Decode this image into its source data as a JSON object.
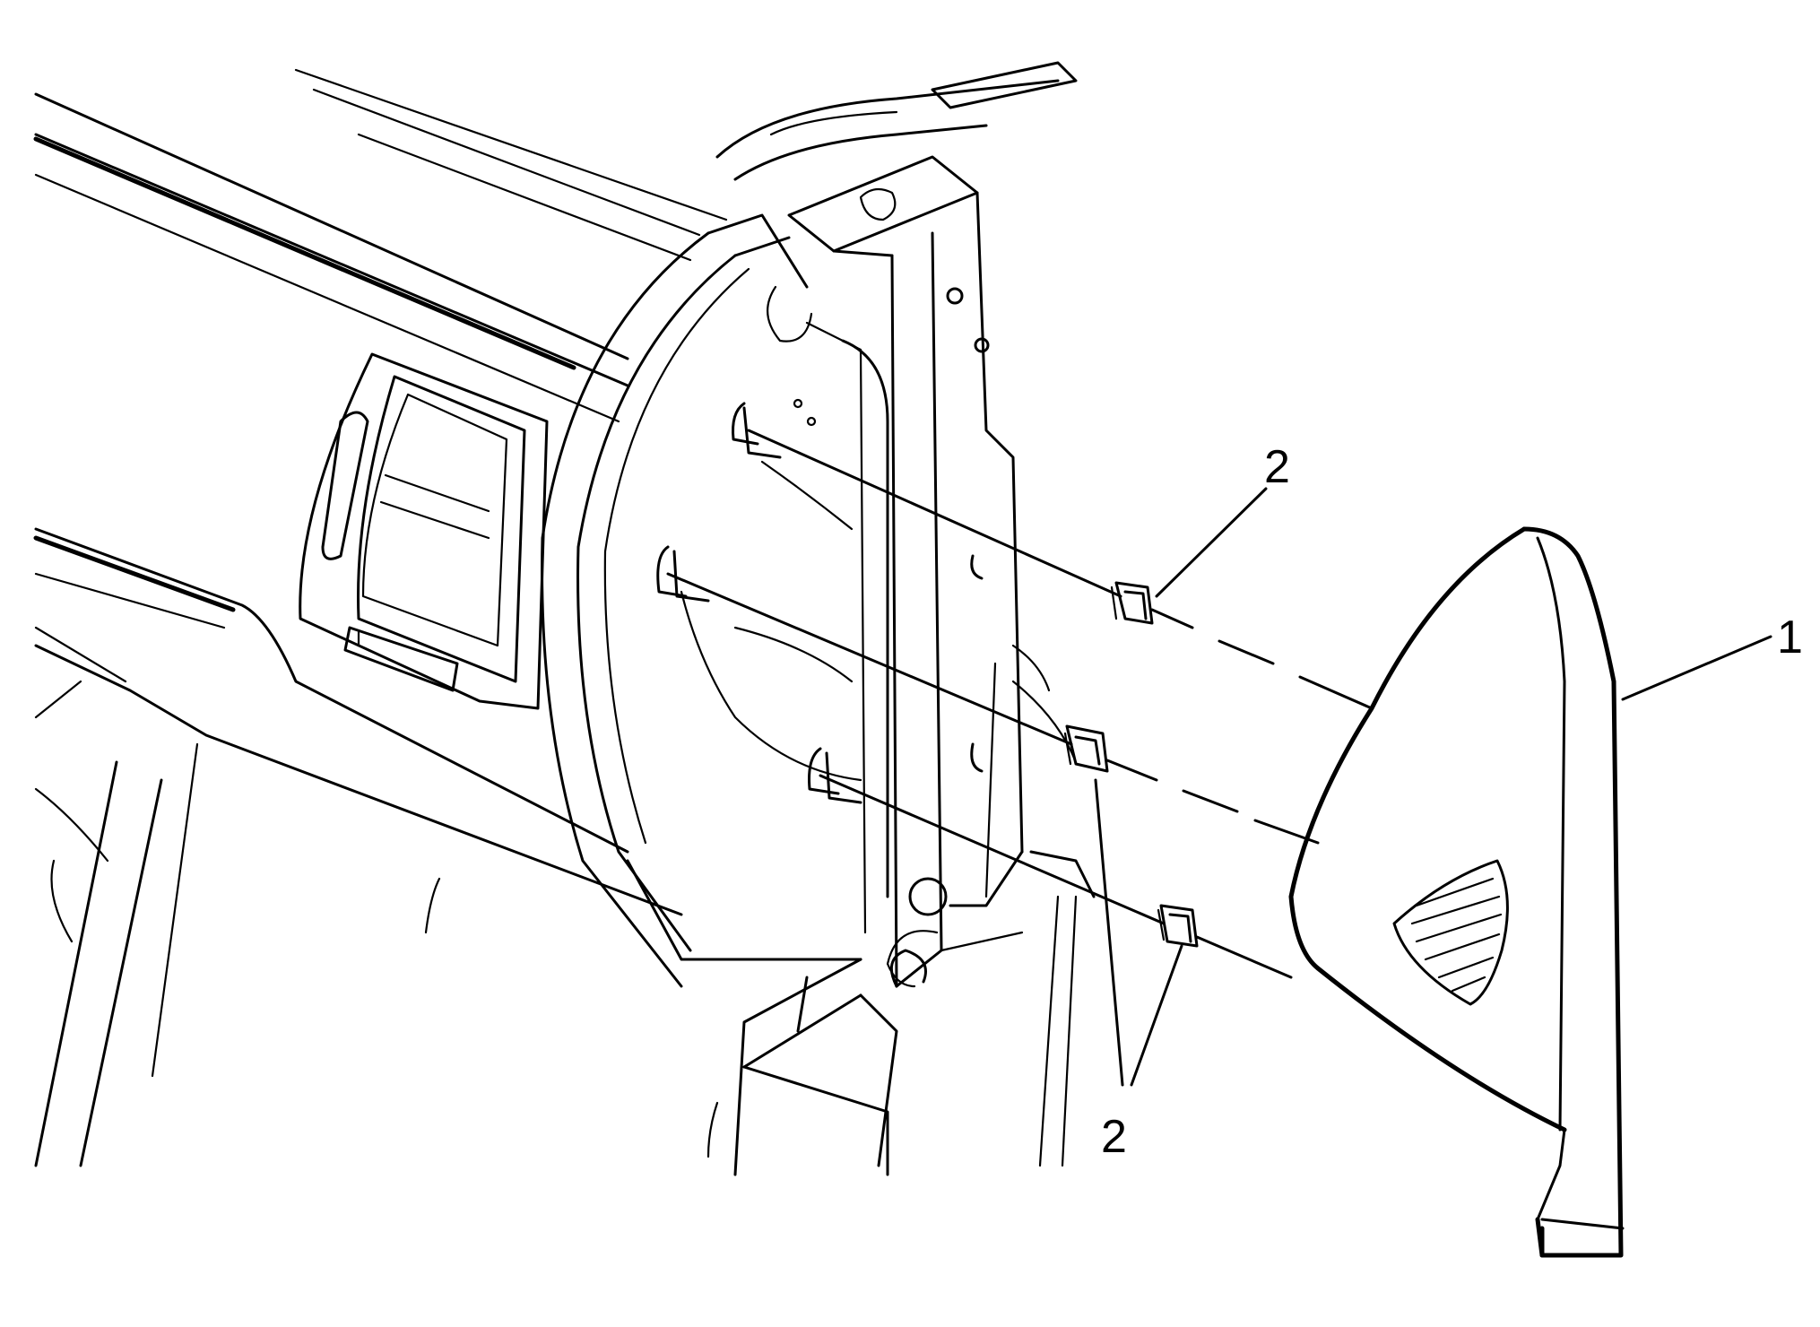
{
  "callouts": {
    "part_1": "1",
    "clip_2_upper": "2",
    "clip_2_lower": "2"
  },
  "colors": {
    "line": "#000000",
    "background": "#ffffff"
  }
}
